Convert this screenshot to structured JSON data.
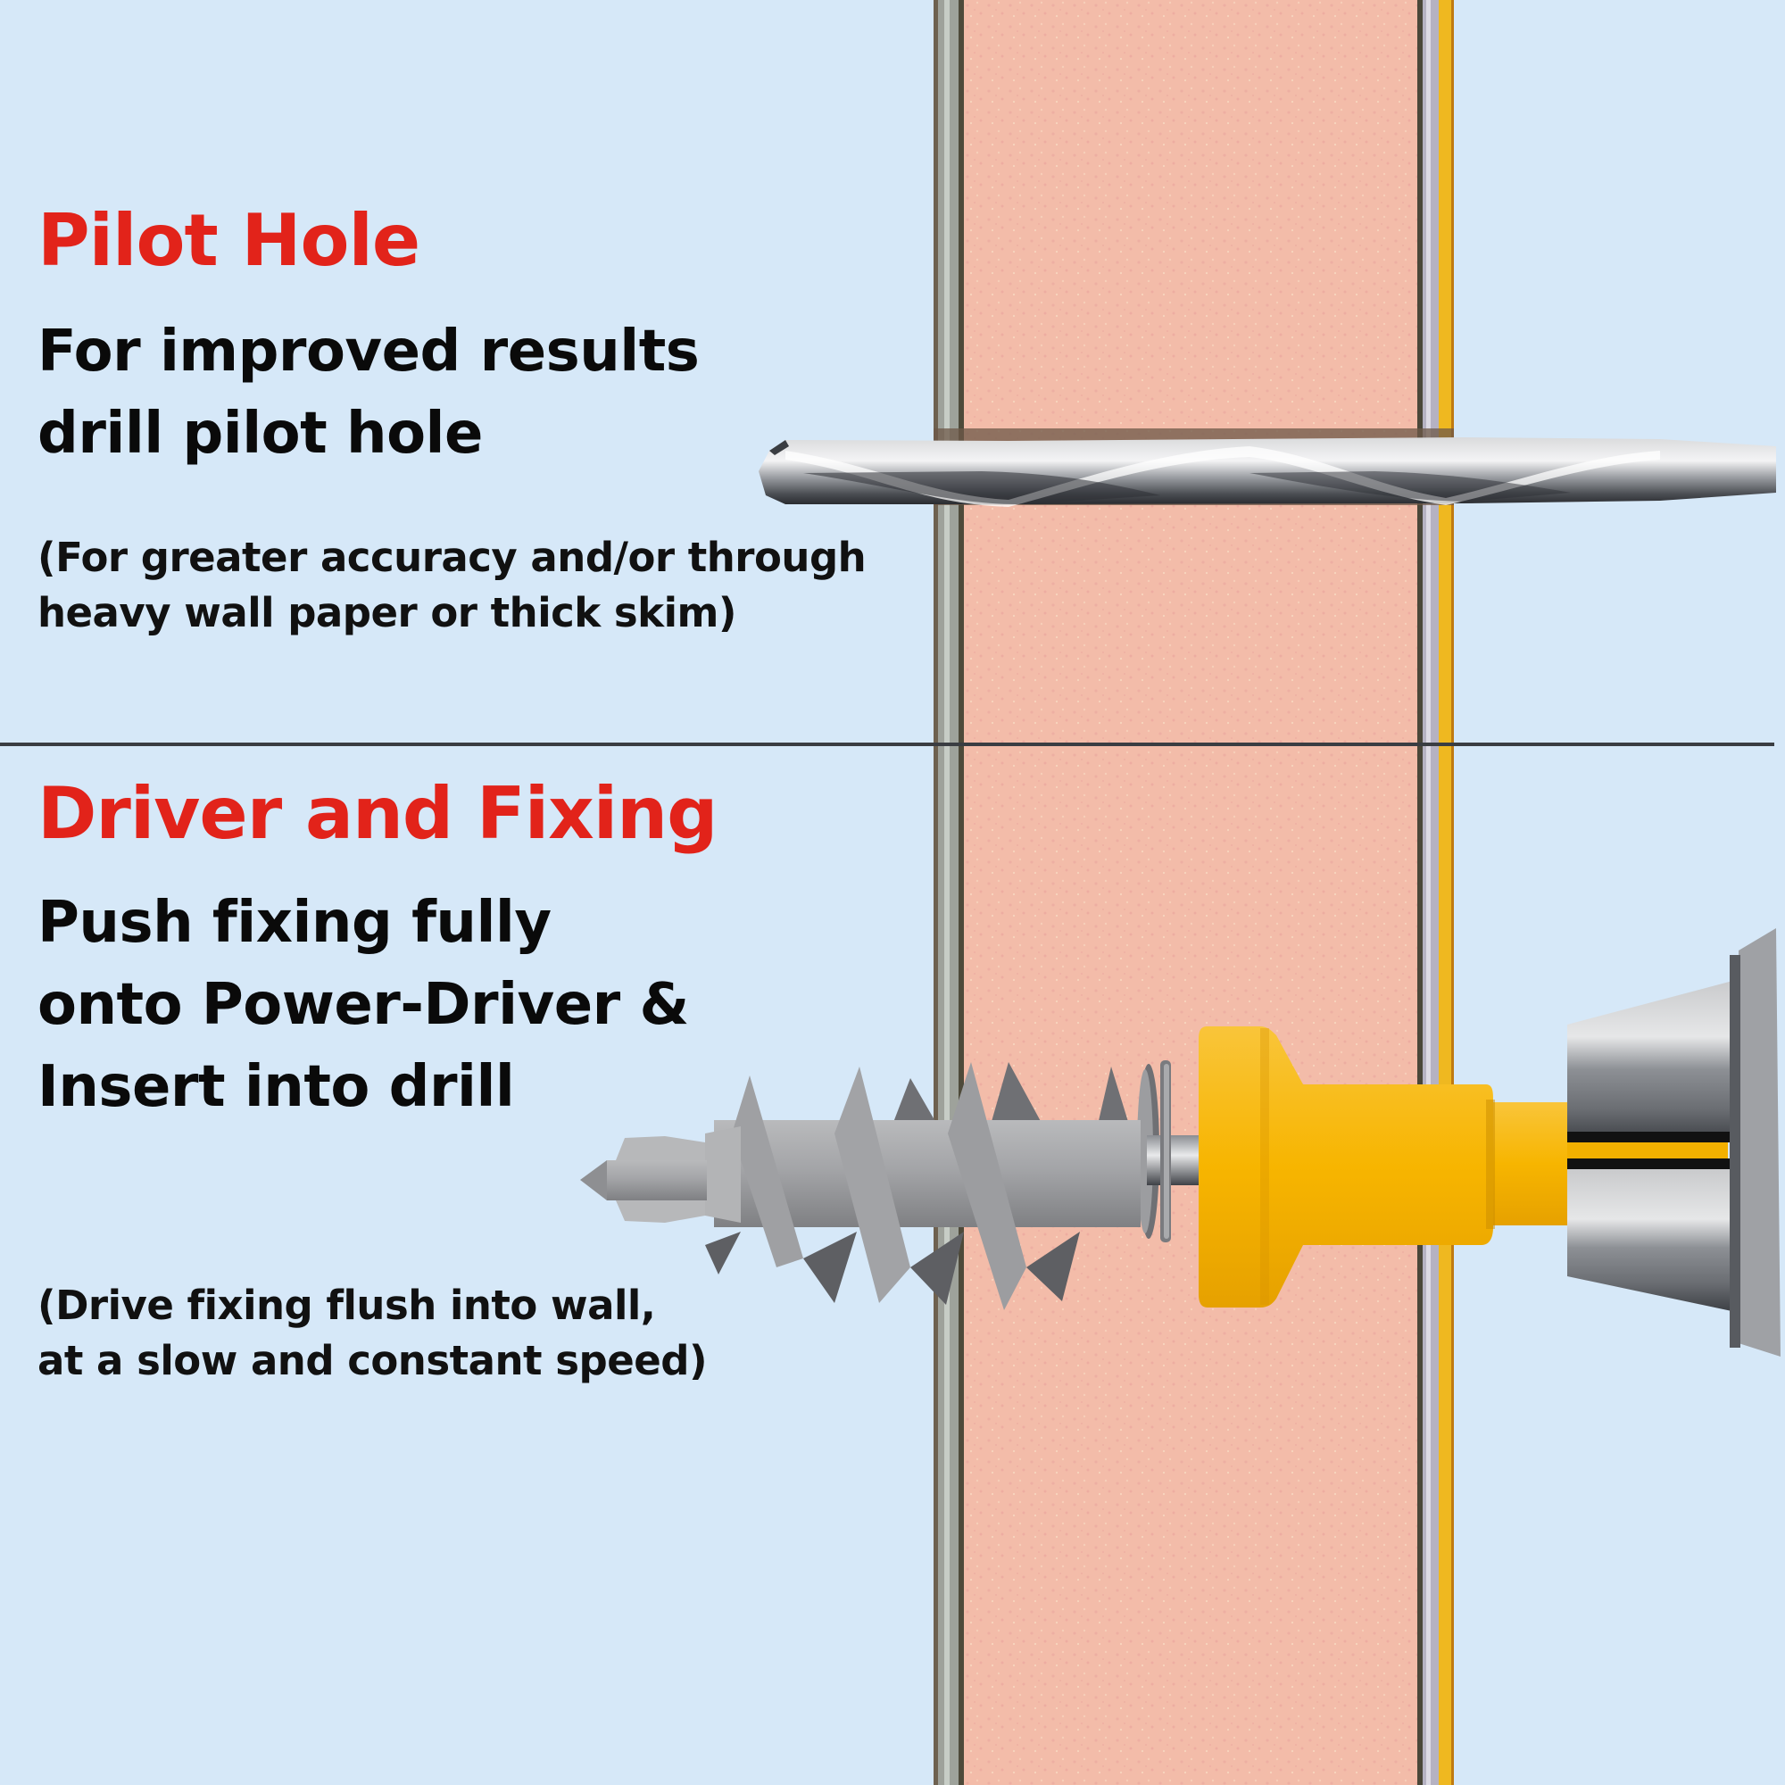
{
  "sections": [
    {
      "id": "pilot-hole",
      "heading": "Pilot Hole",
      "instruction_lines": [
        "For improved results",
        "drill pilot hole"
      ],
      "note_lines": [
        "(For greater accuracy and/or through",
        "heavy wall paper or thick skim)"
      ]
    },
    {
      "id": "driver-and-fixing",
      "heading": "Driver and Fixing",
      "instruction_lines": [
        "Push fixing fully",
        "onto Power-Driver &",
        "Insert into drill"
      ],
      "note_lines": [
        "(Drive fixing flush into wall,",
        "at a slow and constant speed)"
      ]
    }
  ],
  "illustration": {
    "wall_layers": [
      "skim coat",
      "plasterboard core",
      "paper liner",
      "wallpaper"
    ],
    "objects": [
      "drill bit",
      "wall fixing",
      "power-driver",
      "drill chuck"
    ]
  },
  "colors": {
    "background": "#d6e8f8",
    "heading": "#e2231a",
    "text": "#0a0a0a",
    "wall_core": "#f2b8a6",
    "driver_yellow": "#f7b500",
    "divider": "#3a3d42"
  }
}
